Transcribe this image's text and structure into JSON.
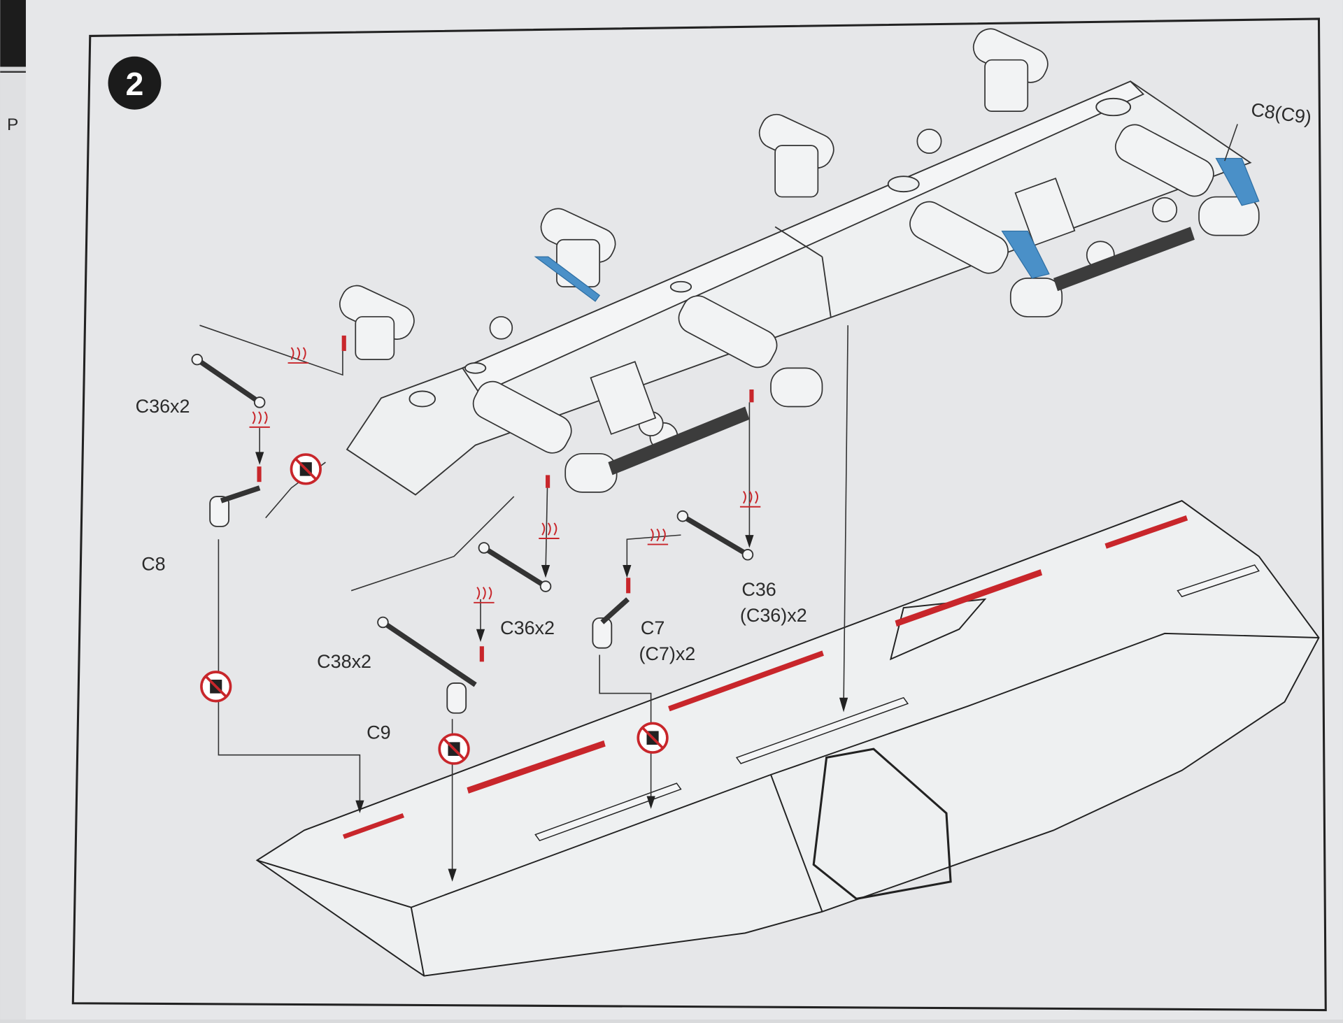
{
  "page_edge_letter": "P",
  "step": {
    "number": "2"
  },
  "labels": {
    "c8_c9": "C8(C9)",
    "c36x2_top": "C36x2",
    "c8": "C8",
    "c36x2_mid": "C36x2",
    "c38x2": "C38x2",
    "c9": "C9",
    "c7": "C7",
    "c7x2": "(C7)x2",
    "c36": "C36",
    "c36x2_paren": "(C36)x2"
  },
  "colors": {
    "paper": "#e6e7e9",
    "line": "#2a2a2a",
    "glue_red": "#c8262b",
    "highlight_blue": "#4a90c8",
    "badge": "#1b1b1b"
  },
  "icons": [
    "glue-icon",
    "no-glue-icon",
    "arrow-icon"
  ]
}
